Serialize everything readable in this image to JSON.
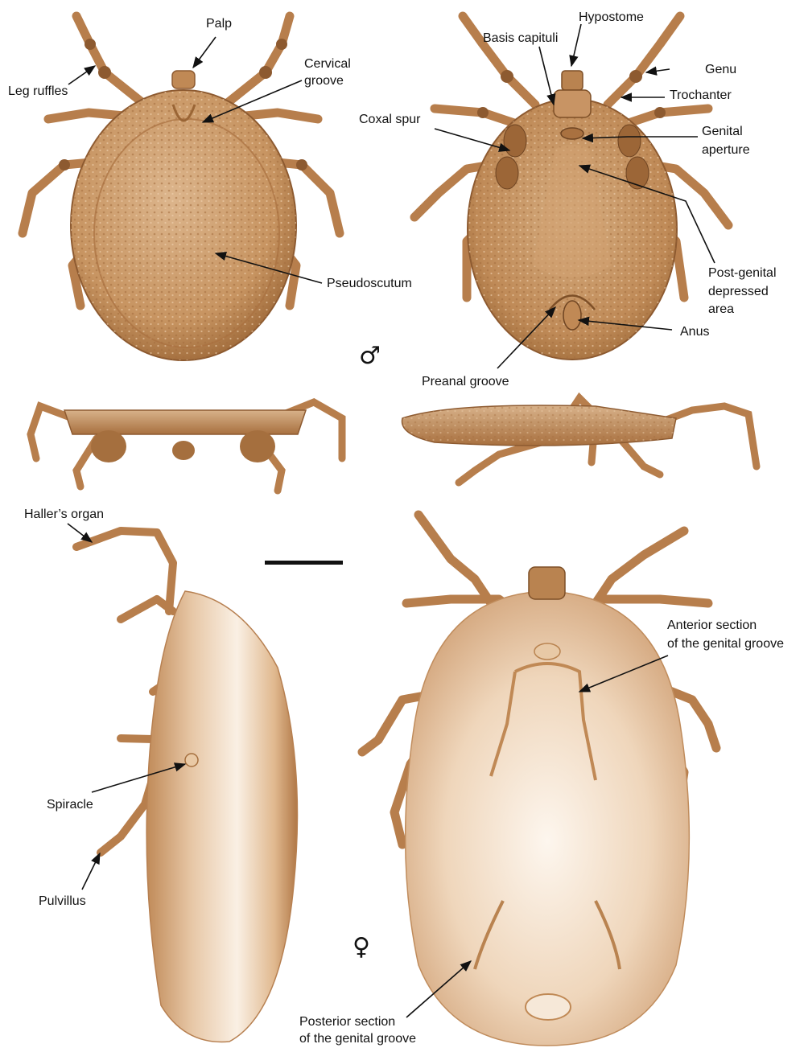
{
  "colors": {
    "body_light": "#e8c9a6",
    "body_mid": "#c9935f",
    "body_dark": "#8d5a30",
    "leg": "#b77e4c",
    "leg_dark": "#7d4f27",
    "female_body": "#f2dcc4",
    "scale_bar": "#111111"
  },
  "male_symbol": "♂",
  "female_symbol": "♀",
  "labels": {
    "palp": "Palp",
    "leg_ruffles": "Leg ruffles",
    "cervical_groove_1": "Cervical",
    "cervical_groove_2": "groove",
    "pseudoscutum": "Pseudoscutum",
    "hypostome": "Hypostome",
    "basis_capituli": "Basis capituli",
    "genu": "Genu",
    "trochanter": "Trochanter",
    "coxal_spur": "Coxal spur",
    "genital_aperture_1": "Genital",
    "genital_aperture_2": "aperture",
    "post_genital_1": "Post-genital",
    "post_genital_2": "depressed",
    "post_genital_3": "area",
    "anus": "Anus",
    "preanal_groove": "Preanal groove",
    "hallers_organ": "Haller’s organ",
    "spiracle": "Spiracle",
    "pulvillus": "Pulvillus",
    "anterior_genital_1": "Anterior section",
    "anterior_genital_2": "of the genital groove",
    "posterior_genital_1": "Posterior section",
    "posterior_genital_2": "of the genital groove"
  }
}
